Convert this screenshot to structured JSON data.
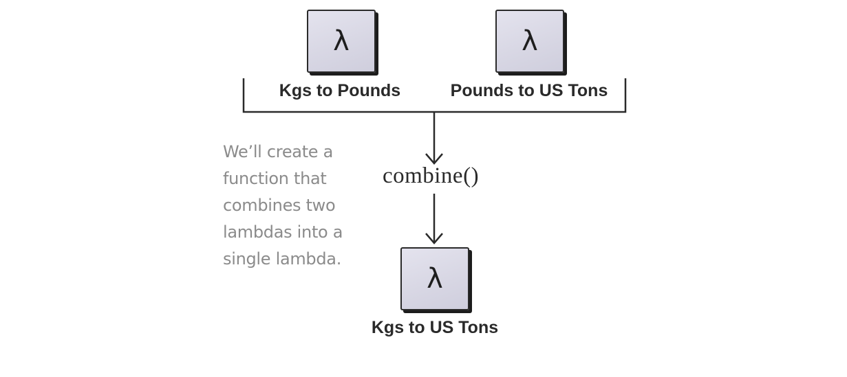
{
  "diagram": {
    "inputs": [
      {
        "symbol": "λ",
        "label": "Kgs to Pounds"
      },
      {
        "symbol": "λ",
        "label": "Pounds to US Tons"
      }
    ],
    "operation": "combine()",
    "output": {
      "symbol": "λ",
      "label": "Kgs to US Tons"
    },
    "annotation": "We’ll create a\nfunction that\ncombines two\nlambdas into a\nsingle lambda."
  }
}
